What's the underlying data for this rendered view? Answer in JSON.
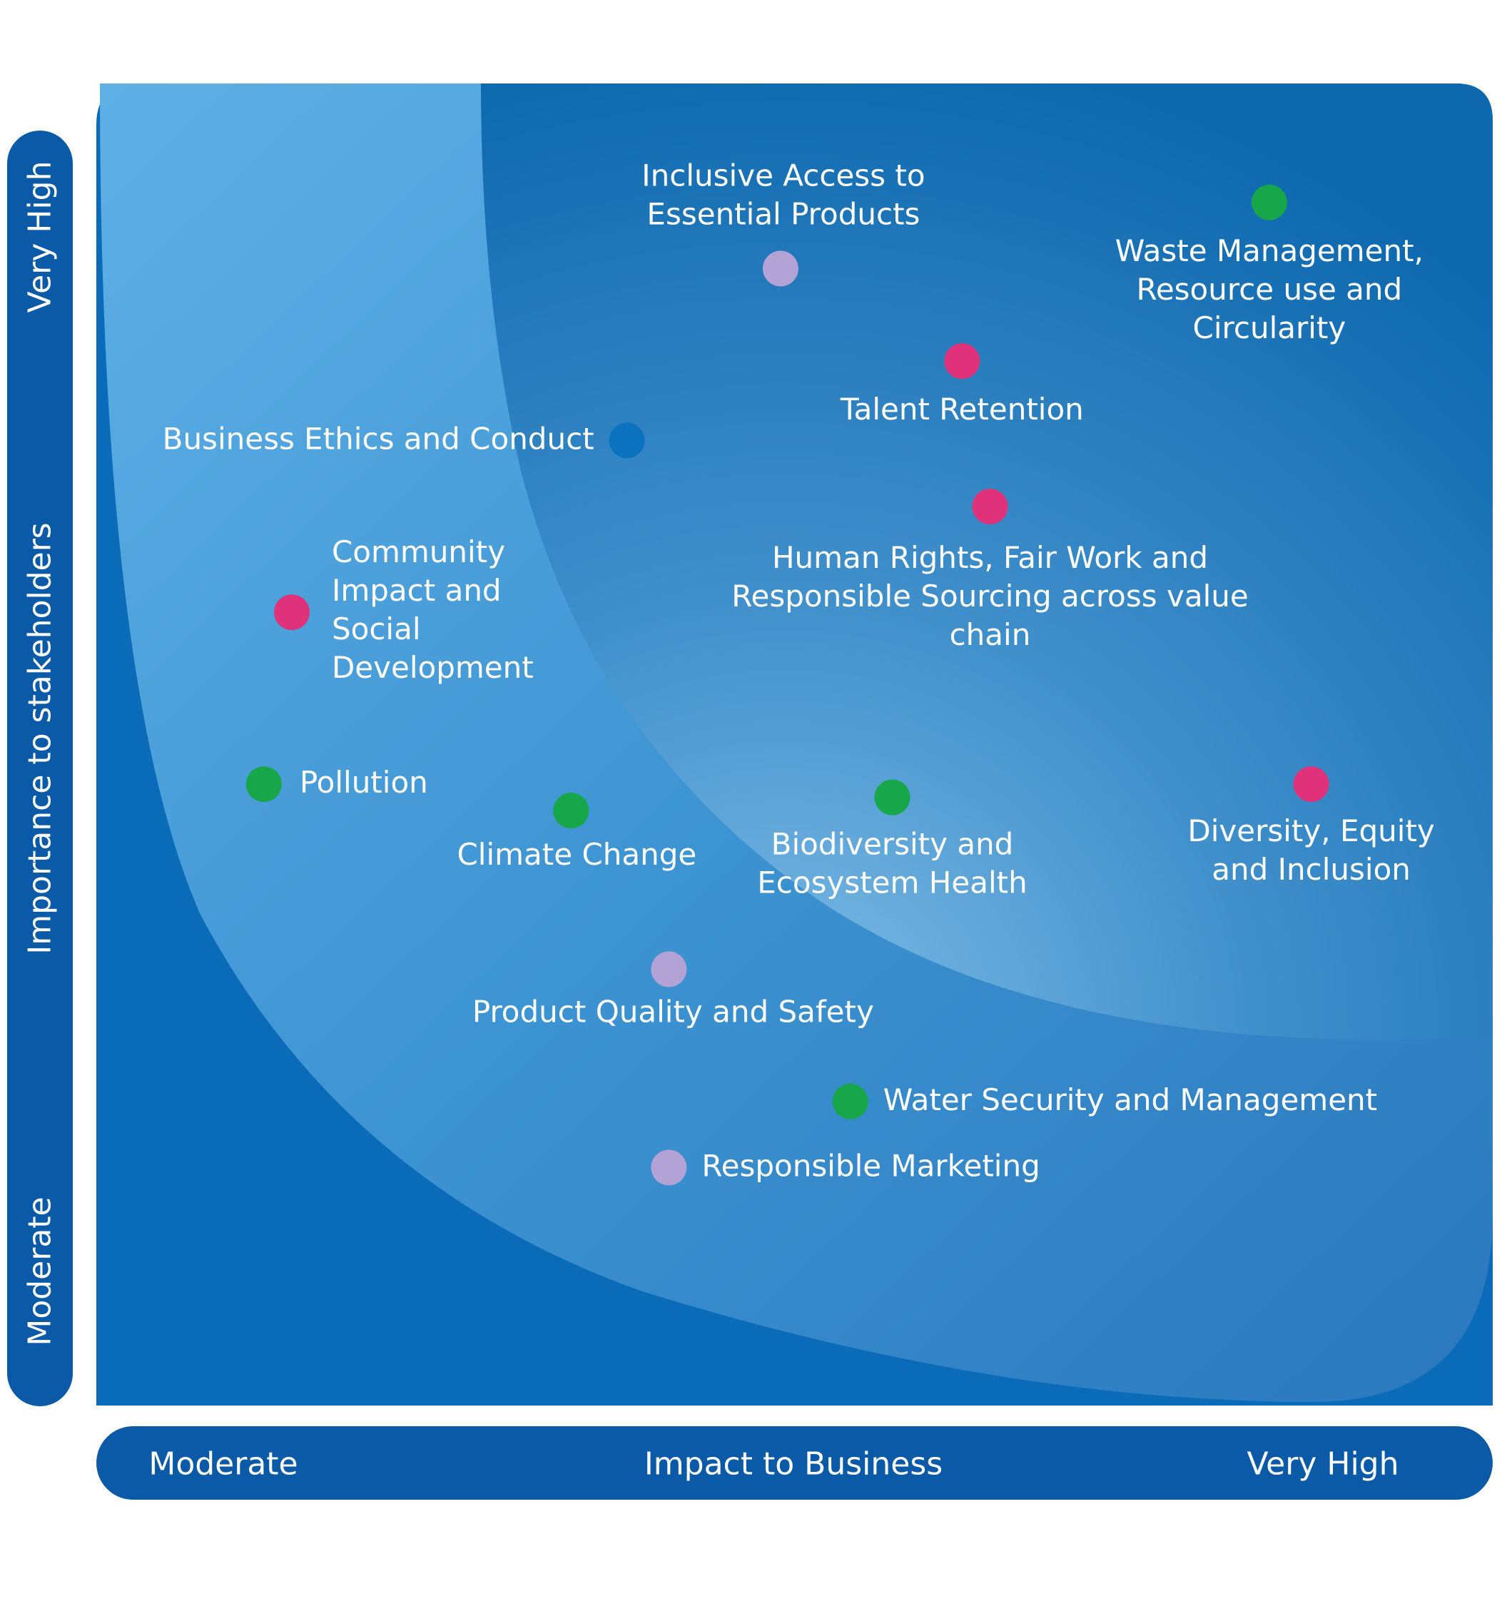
{
  "chart_data": {
    "type": "scatter",
    "xlabel": "Impact to Business",
    "ylabel": "Importance to stakeholders",
    "x_tick_labels": [
      "Moderate",
      "Very High"
    ],
    "y_tick_labels": [
      "Moderate",
      "Very High"
    ],
    "xlim": [
      0,
      100
    ],
    "ylim": [
      0,
      100
    ],
    "grid": false,
    "legend": "none",
    "colors": {
      "people": "#e0327a",
      "planet": "#18a64a",
      "product": "#b3a2d6",
      "governance": "#0b72c0"
    },
    "points": [
      {
        "label": "Inclusive Access to Essential Products",
        "x": 49,
        "y": 86,
        "color": "#b3a2d6"
      },
      {
        "label": "Waste Management, Resource use and Circularity",
        "x": 84,
        "y": 91,
        "color": "#18a64a"
      },
      {
        "label": "Talent Retention",
        "x": 62,
        "y": 79,
        "color": "#e0327a"
      },
      {
        "label": "Business Ethics and Conduct",
        "x": 38,
        "y": 73,
        "color": "#0b72c0"
      },
      {
        "label": "Human Rights, Fair Work and Responsible Sourcing across value chain",
        "x": 64,
        "y": 68,
        "color": "#e0327a"
      },
      {
        "label": "Community Impact and Social Development",
        "x": 14,
        "y": 60,
        "color": "#e0327a"
      },
      {
        "label": "Pollution",
        "x": 12,
        "y": 47,
        "color": "#18a64a"
      },
      {
        "label": "Climate Change",
        "x": 34,
        "y": 45,
        "color": "#18a64a"
      },
      {
        "label": "Biodiversity and Ecosystem Health",
        "x": 57,
        "y": 46,
        "color": "#18a64a"
      },
      {
        "label": "Diversity, Equity and Inclusion",
        "x": 87,
        "y": 47,
        "color": "#e0327a"
      },
      {
        "label": "Product Quality and Safety",
        "x": 41,
        "y": 33,
        "color": "#b3a2d6"
      },
      {
        "label": "Water Security and Management",
        "x": 54,
        "y": 23,
        "color": "#18a64a"
      },
      {
        "label": "Responsible Marketing",
        "x": 41,
        "y": 18,
        "color": "#b3a2d6"
      }
    ]
  }
}
